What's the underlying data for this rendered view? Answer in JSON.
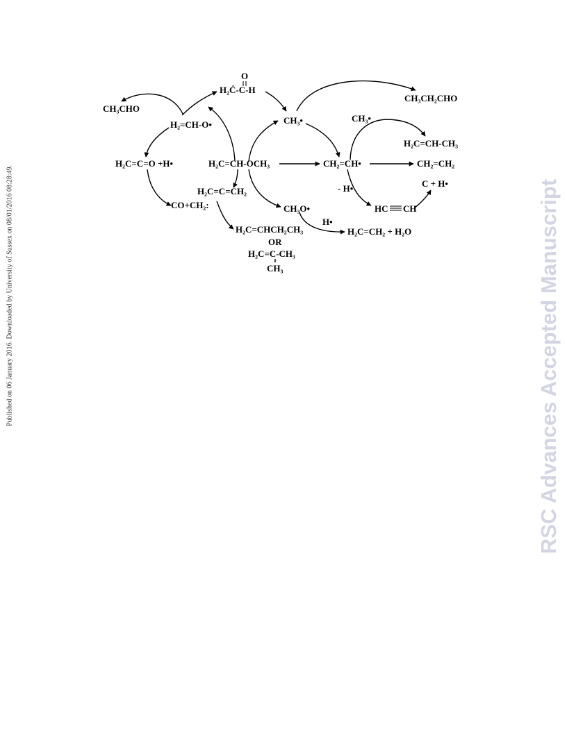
{
  "side_note": "Published on 06 January 2016. Downloaded by University of Sussex on 08/01/2016 08:28:49.",
  "watermark": "RSC Advances Accepted Manuscript",
  "scheme": {
    "propanal_radical": "H₂Ċ-C-H",
    "carbonyl_o": "O",
    "propanal": "CH₃CH₂CHO",
    "acetaldehyde": "CH₃CHO",
    "vinyloxy_radical": "H₂=CH-O•",
    "methyl_radical_1": "CH₃•",
    "methyl_radical_2": "CH₃•",
    "propene": "H₂C=CH-CH₃",
    "ketene": "H₂C=C=O +H•",
    "methyl_vinyl_ether": "H₂C=CH-OCH₃",
    "vinyl_radical": "CH₂=CH•",
    "ethylene_1": "CH₂=CH₂",
    "allene": "H₂C=C=CH₂",
    "h_loss": "- H•",
    "carbon_h": "C + H•",
    "co_methylene": "CO+CH₂:",
    "methoxy_radical": "CH₃O•",
    "acetylene": "HC",
    "acetylene_ch": "CH",
    "h_radical": "H•",
    "ethylene_water": "H₂C=CH₂ + H₂O",
    "butene": "H₂C=CHCH₂CH₃",
    "or_label": "OR",
    "isobutene": "H₂C=C-CH₃",
    "isobutene_ch3": "CH₃"
  }
}
